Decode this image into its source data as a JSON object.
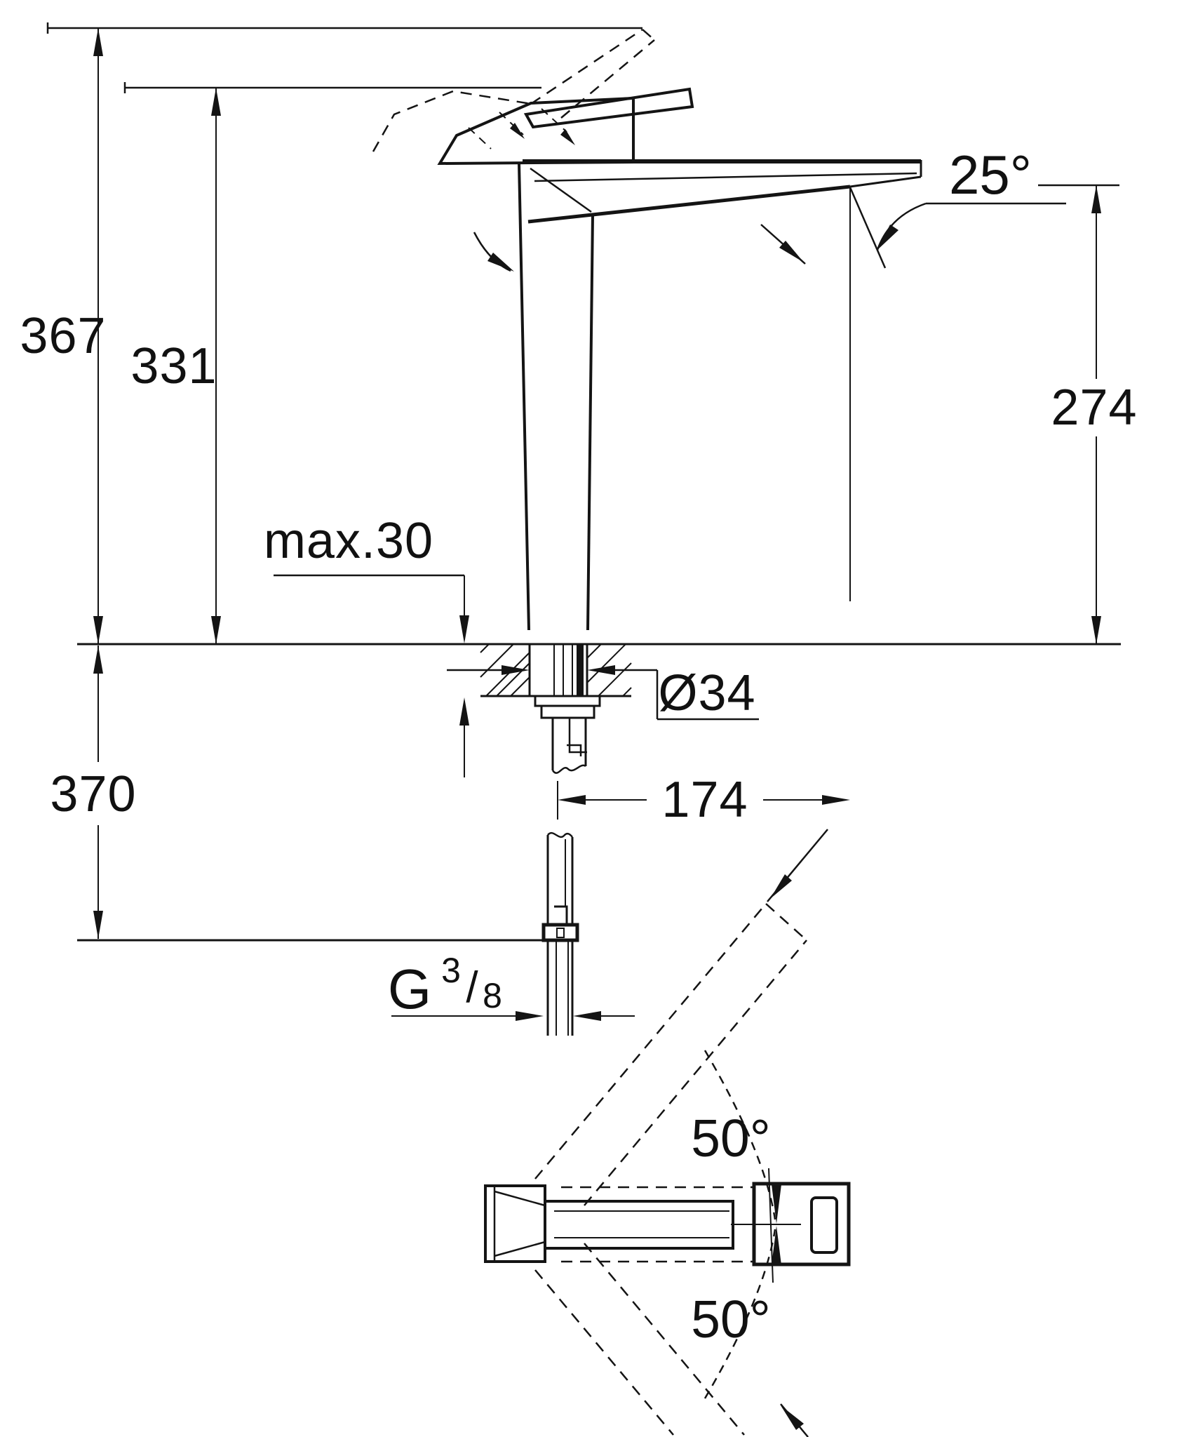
{
  "drawing": {
    "title": "faucet-dimension-drawing",
    "background_color": "#ffffff",
    "line_color": "#141414",
    "side_view": {
      "overall_height": "367",
      "height_to_lever": "331",
      "spout_outlet_height": "274",
      "max_mounting_thickness": "max.30",
      "mounting_hole_diameter": "Ø34",
      "depth_below_counter": "370",
      "spout_reach": "174",
      "spout_angle": "25°"
    },
    "top_view": {
      "handle_swing_up": "50°",
      "handle_swing_down": "50°"
    },
    "thread": {
      "letter": "G",
      "numerator": "3",
      "slash": "/",
      "denominator": "8"
    }
  }
}
